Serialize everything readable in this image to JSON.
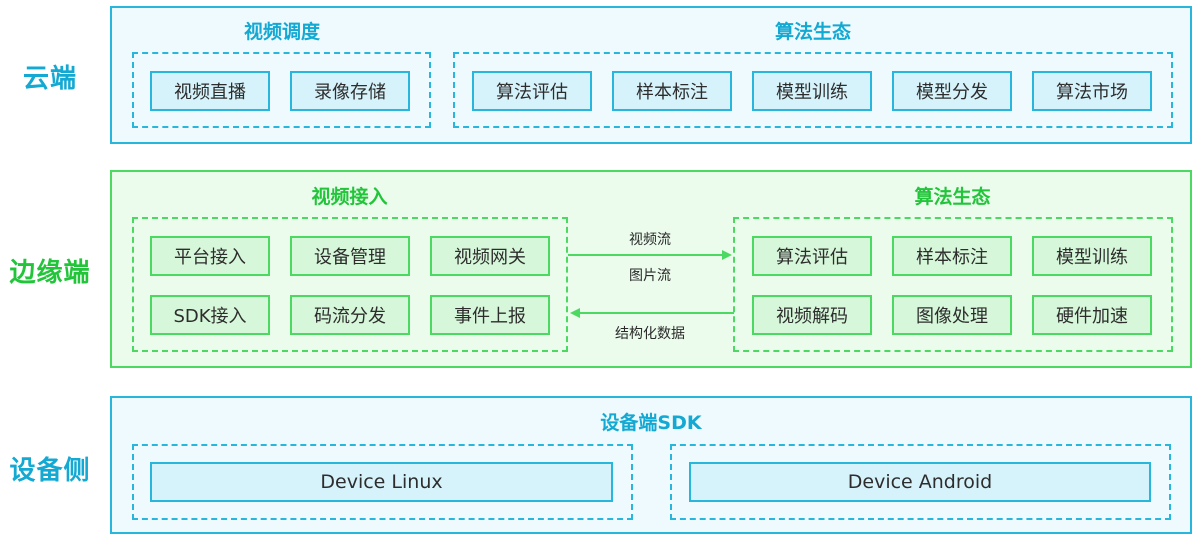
{
  "layers": {
    "cloud": {
      "label": "云端",
      "video_title": "视频调度",
      "video_items": [
        "视频直播",
        "录像存储"
      ],
      "algo_title": "算法生态",
      "algo_items": [
        "算法评估",
        "样本标注",
        "模型训练",
        "模型分发",
        "算法市场"
      ]
    },
    "edge": {
      "label": "边缘端",
      "access_title": "视频接入",
      "access_items": [
        "平台接入",
        "设备管理",
        "视频网关",
        "SDK接入",
        "码流分发",
        "事件上报"
      ],
      "algo_title": "算法生态",
      "algo_items": [
        "算法评估",
        "样本标注",
        "模型训练",
        "视频解码",
        "图像处理",
        "硬件加速"
      ],
      "flow_right_labels": [
        "视频流",
        "图片流"
      ],
      "flow_left_label": "结构化数据"
    },
    "device": {
      "label": "设备侧",
      "sdk_title": "设备端SDK",
      "items": [
        "Device Linux",
        "Device Android"
      ]
    }
  },
  "colors": {
    "cloud_accent": "#29b6dd",
    "edge_accent": "#4cd962",
    "cloud_label": "#14a9d3",
    "edge_label": "#22c53a"
  }
}
